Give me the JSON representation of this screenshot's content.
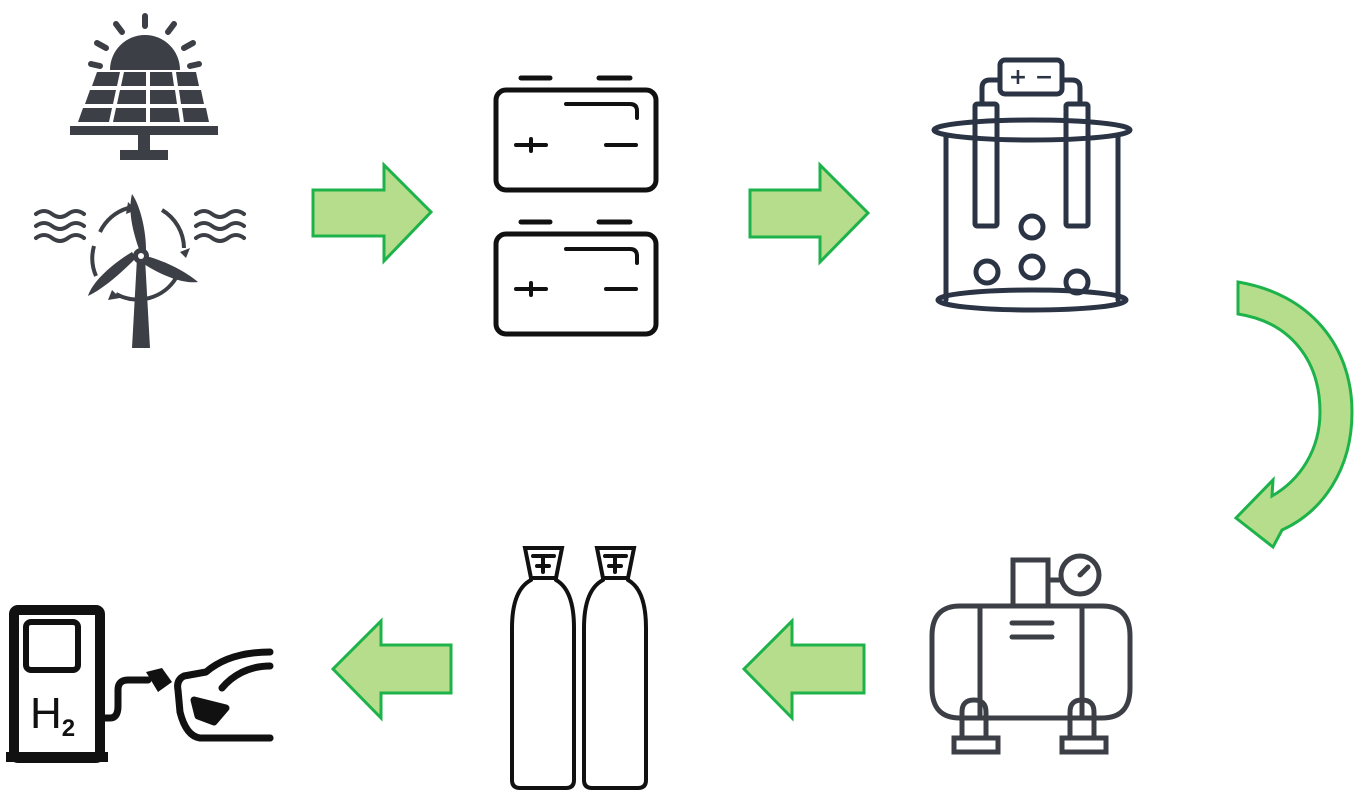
{
  "stages": [
    {
      "id": "renewable-sources",
      "icons": [
        "solar-panel-icon",
        "wind-turbine-icon"
      ]
    },
    {
      "id": "battery-storage",
      "icons": [
        "battery-icon",
        "battery-icon"
      ]
    },
    {
      "id": "electrolyzer",
      "icons": [
        "electrolyzer-icon"
      ]
    },
    {
      "id": "compressor",
      "icons": [
        "compressor-tank-icon"
      ]
    },
    {
      "id": "gas-storage",
      "icons": [
        "gas-cylinder-icon",
        "gas-cylinder-icon"
      ]
    },
    {
      "id": "fuel-station",
      "icons": [
        "hydrogen-fuel-pump-icon",
        "car-icon"
      ]
    }
  ],
  "fuel_pump": {
    "symbol": "H",
    "subscript": "2"
  },
  "electrolyzer": {
    "terminals": "+ −"
  },
  "colors": {
    "arrow_fill": "#b6dd8c",
    "arrow_stroke": "#1db34a",
    "icon_dark": "#3c3f45",
    "icon_black": "#111111",
    "icon_navy": "#2b3444"
  }
}
